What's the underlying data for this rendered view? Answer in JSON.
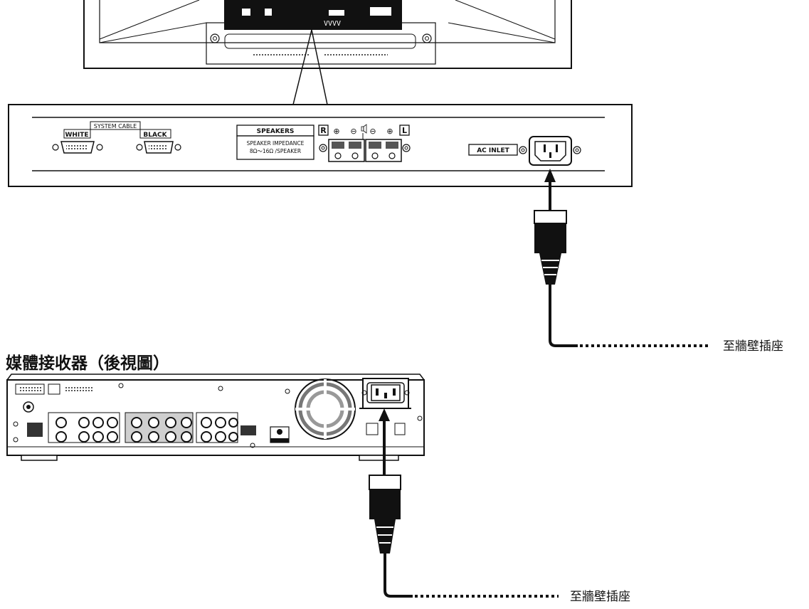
{
  "panel": {
    "system_cable_label": "SYSTEM CABLE",
    "white_label": "WHITE",
    "black_label": "BLACK",
    "speakers_label": "SPEAKERS",
    "impedance_line1": "SPEAKER IMPEDANCE",
    "impedance_line2": "8Ω～16Ω /SPEAKER",
    "right_channel": "R",
    "left_channel": "L",
    "plus_symbol": "⊕",
    "minus_symbol": "⊖",
    "ac_inlet_label": "AC INLET"
  },
  "receiver": {
    "title": "媒體接收器（後視圖）"
  },
  "outlet_labels": {
    "top": "至牆壁插座",
    "bottom": "至牆壁插座"
  },
  "colors": {
    "line": "#111111",
    "background": "#ffffff",
    "gray": "#777777",
    "light_gray": "#bdbdbd"
  }
}
